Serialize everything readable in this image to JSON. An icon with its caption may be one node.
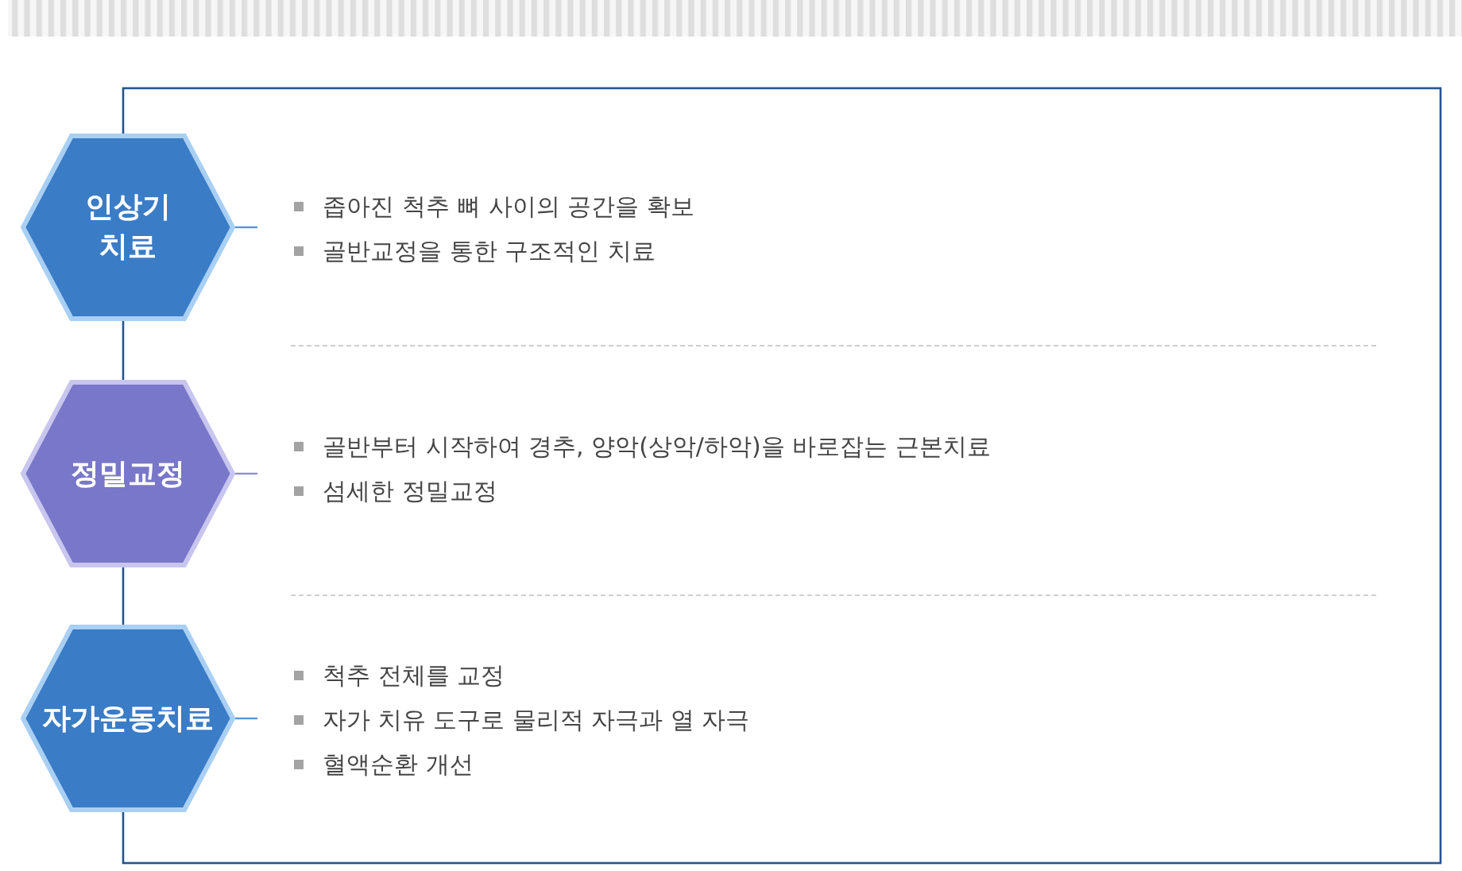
{
  "diagram": {
    "nodes": [
      {
        "text": [
          "인상기 치료"
        ],
        "beside": [
          "좁아진 척추 뼈 사이의 공간을 확보",
          "골반교정을 통한 구조적인 치료"
        ]
      },
      {
        "text": [
          "정밀교정"
        ],
        "beside": [
          "골반부터 시작하여 경추, 양악(상악/하악)을 바로잡는 근본치료",
          "섬세한 정밀교정"
        ]
      },
      {
        "text": [
          "자가운동치료"
        ],
        "beside": [
          "척추 전체를 교정",
          "자가 치유 도구로 물리적 자극과 열 자극",
          "혈액순환 개선"
        ]
      }
    ],
    "edges": [
      {
        "from": 0,
        "to": null,
        "arrow": "none"
      },
      {
        "from": 1,
        "to": null,
        "arrow": "none",
        "color": "#8f8cdb"
      },
      {
        "from": 2,
        "to": null,
        "arrow": "none"
      }
    ]
  }
}
